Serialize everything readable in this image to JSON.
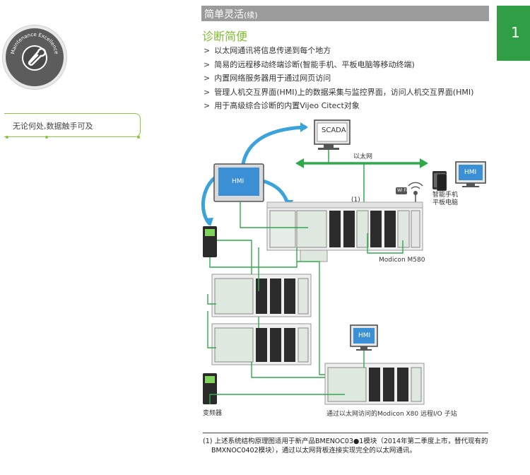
{
  "badge": {
    "text": "Maintenance Excellence"
  },
  "callout": {
    "text": "无论何处,数据触手可及"
  },
  "header": {
    "title": "简单灵活",
    "title_suffix": "(续)",
    "chapter_number": "1"
  },
  "section": {
    "heading": "诊断简便"
  },
  "bullets": [
    "以太网通讯将信息传递到每个地方",
    "简易的远程移动终端诊断(智能手机、平板电脑等移动终端)",
    "内置网络服务器用于通过网页访问",
    "管理人机交互界面(HMI)上的数据采集与监控界面，访问人机交互界面(HMI)",
    "用于高级综合诊断的内置Vijeo Citect对象"
  ],
  "diagram": {
    "scada_label": "SCADA",
    "hmi_label": "HMI",
    "ethernet_label": "以太网",
    "mobile_label": "智能手机\n平板电脑",
    "note_marker": "(1)",
    "wifi_label": "Wi Fi",
    "plc_label": "Modicon M580",
    "drive_label": "变频器",
    "remote_label": "通过以太网访问的Modicon X80 远程I/O 子站"
  },
  "footnote": {
    "line1": "(1) 上述系统结构原理图适用于新产品BMENOC03●1模块（2014年第二季度上市，替代现有的",
    "line2": "BMXNOC0402模块），通过以太网背板连接实现完全的以太网通讯。"
  },
  "colors": {
    "green_link": "#2eaa4a",
    "blue_arrow": "#3aa3dc",
    "heading_green": "#7fbf2f",
    "chapter_green": "#2f9e44"
  }
}
